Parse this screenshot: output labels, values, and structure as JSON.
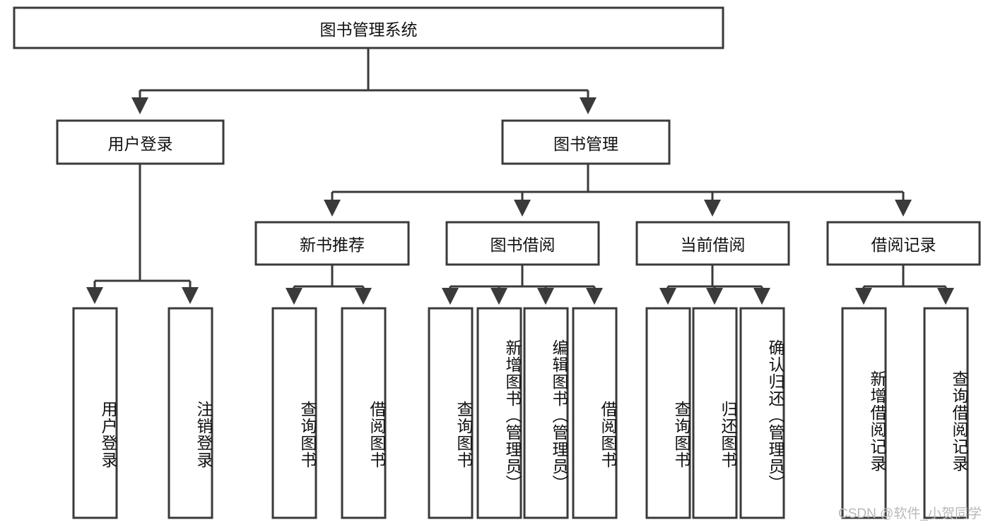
{
  "diagram": {
    "type": "tree-hierarchy-chart",
    "title_node": {
      "label": "图书管理系统"
    },
    "level2": [
      {
        "id": "user-login",
        "label": "用户登录"
      },
      {
        "id": "book-manage",
        "label": "图书管理"
      }
    ],
    "level3": [
      {
        "id": "new-book-recommend",
        "label": "新书推荐",
        "parent": "book-manage"
      },
      {
        "id": "book-borrow",
        "label": "图书借阅",
        "parent": "book-manage"
      },
      {
        "id": "current-borrow",
        "label": "当前借阅",
        "parent": "book-manage"
      },
      {
        "id": "borrow-record",
        "label": "借阅记录",
        "parent": "book-manage"
      }
    ],
    "leaves": {
      "user-login": [
        {
          "id": "leaf-user-login",
          "label": "用户登录"
        },
        {
          "id": "leaf-logout",
          "label": "注销登录"
        }
      ],
      "new-book-recommend": [
        {
          "id": "leaf-query-book-1",
          "label": "查询图书"
        },
        {
          "id": "leaf-borrow-book-1",
          "label": "借阅图书"
        }
      ],
      "book-borrow": [
        {
          "id": "leaf-query-book-2",
          "label": "查询图书"
        },
        {
          "id": "leaf-add-book",
          "label": "新增图书（管理员）"
        },
        {
          "id": "leaf-edit-book",
          "label": "编辑图书（管理员）"
        },
        {
          "id": "leaf-borrow-book-2",
          "label": "借阅图书"
        }
      ],
      "current-borrow": [
        {
          "id": "leaf-query-book-3",
          "label": "查询图书"
        },
        {
          "id": "leaf-return-book",
          "label": "归还图书"
        },
        {
          "id": "leaf-confirm-return",
          "label": "确认归还（管理员）"
        }
      ],
      "borrow-record": [
        {
          "id": "leaf-add-record",
          "label": "新增借阅记录"
        },
        {
          "id": "leaf-query-record",
          "label": "查询借阅记录"
        }
      ]
    },
    "colors": {
      "background": "#ffffff",
      "box_fill": "#ffffff",
      "box_stroke": "#3a3a3a",
      "text": "#111111",
      "watermark": "#b9b9b9"
    }
  },
  "watermark": {
    "text": "CSDN @软件_小贺同学"
  }
}
